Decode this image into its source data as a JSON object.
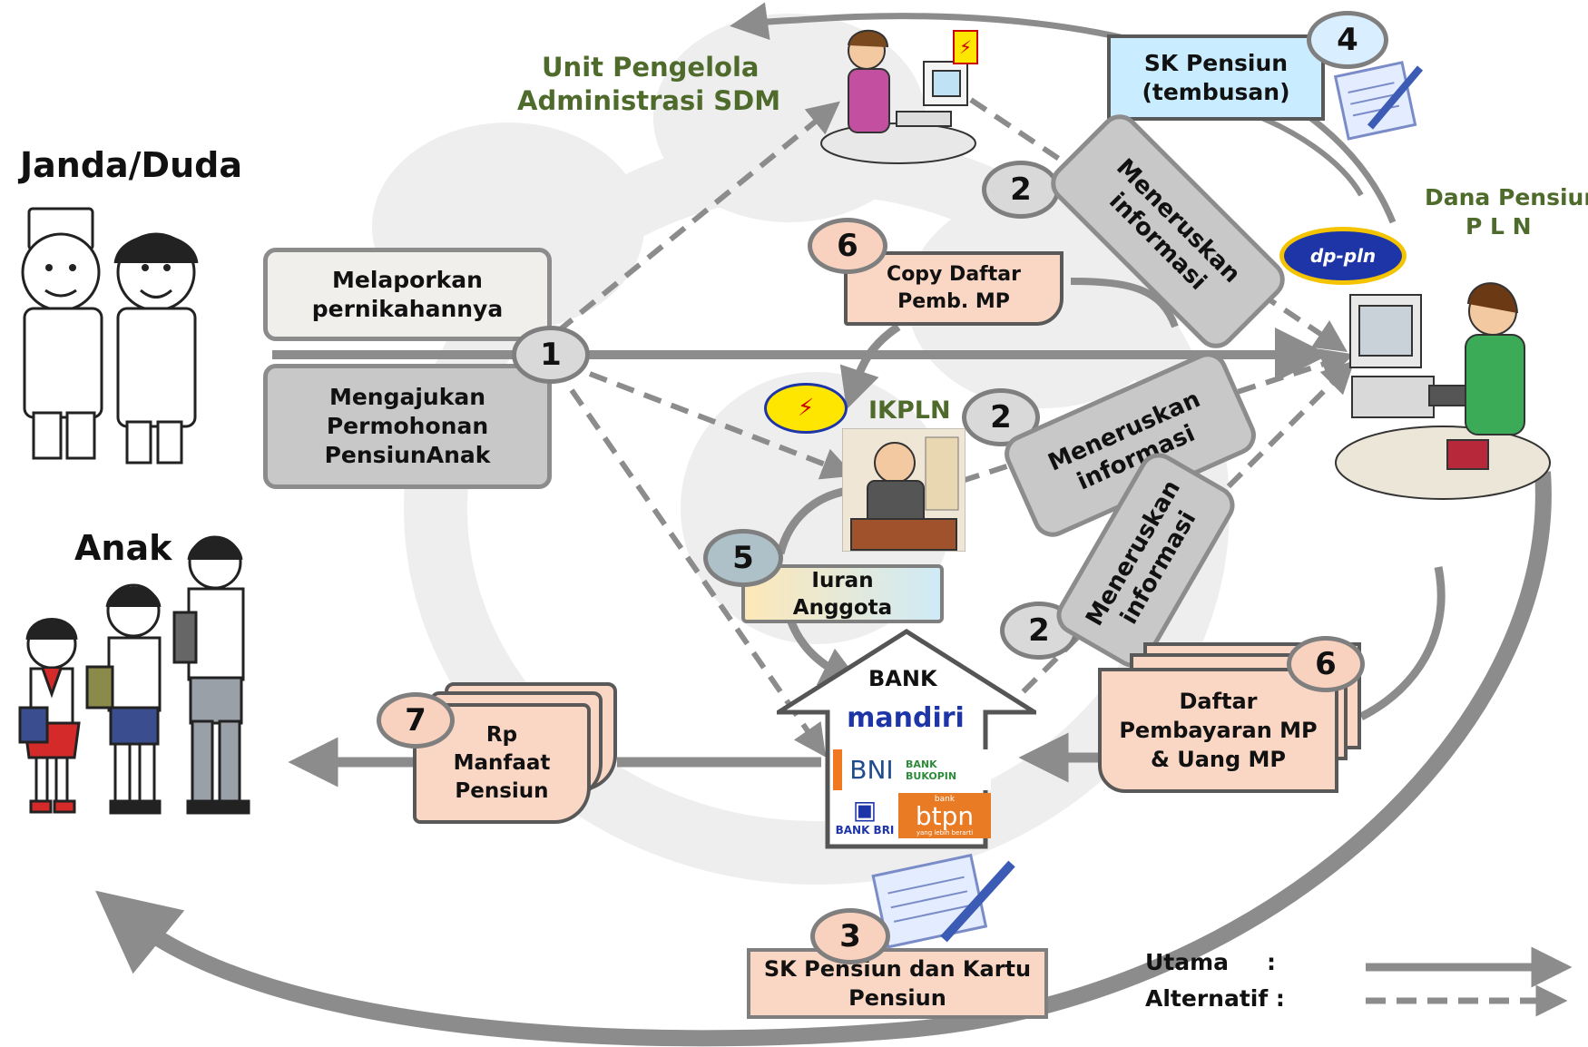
{
  "left": {
    "janda_duda_title": "Janda/Duda",
    "anak_title": "Anak"
  },
  "unit": {
    "title_line1": "Unit Pengelola",
    "title_line2": "Administrasi SDM"
  },
  "dapen": {
    "title_line1": "Dana Pensiun",
    "title_line2": "P L N",
    "logo_text": "dp-pln"
  },
  "ikpln": {
    "label": "IKPLN"
  },
  "steps": {
    "s1": "1",
    "s2a": "2",
    "s2b": "2",
    "s2c": "2",
    "s3": "3",
    "s4": "4",
    "s5": "5",
    "s6a": "6",
    "s6b": "6",
    "s7": "7"
  },
  "boxes": {
    "melaporkan_l1": "Melaporkan",
    "melaporkan_l2": "pernikahannya",
    "mengajukan_l1": "Mengajukan",
    "mengajukan_l2": "Permohonan",
    "mengajukan_l3": "PensiunAnak",
    "copy_l1": "Copy Daftar",
    "copy_l2": "Pemb. MP",
    "sk_tembusan_l1": "SK Pensiun",
    "sk_tembusan_l2": "(tembusan)",
    "meneruskan_a_l1": "Meneruskan",
    "meneruskan_a_l2": "informasi",
    "meneruskan_b_l1": "Meneruskan",
    "meneruskan_b_l2": "informasi",
    "meneruskan_c_l1": "Meneruskan",
    "meneruskan_c_l2": "informasi",
    "iuran_l1": "Iuran",
    "iuran_l2": "Anggota",
    "daftar_l1": "Daftar",
    "daftar_l2": "Pembayaran MP",
    "daftar_l3": "& Uang MP",
    "rp_l1": "Rp",
    "rp_l2": "Manfaat",
    "rp_l3": "Pensiun",
    "sk_kartu_l1": "SK Pensiun dan Kartu",
    "sk_kartu_l2": "Pensiun"
  },
  "bank": {
    "title": "BANK",
    "mandiri": "mandiri",
    "bni": "BNI",
    "bukopin": "BANK BUKOPIN",
    "bri": "BANK BRI",
    "btpn": "btpn",
    "btpn_top": "bank",
    "btpn_tag": "yang lebih berarti"
  },
  "legend": {
    "utama": "Utama",
    "utama_colon": ":",
    "alternatif": "Alternatif :"
  },
  "colors": {
    "arrow_grey": "#8c8c8c",
    "unit_green": "#4e6b2c",
    "peach": "#fad6c4",
    "light_blue": "#d9efff",
    "box_grey": "#c8c8c8"
  }
}
